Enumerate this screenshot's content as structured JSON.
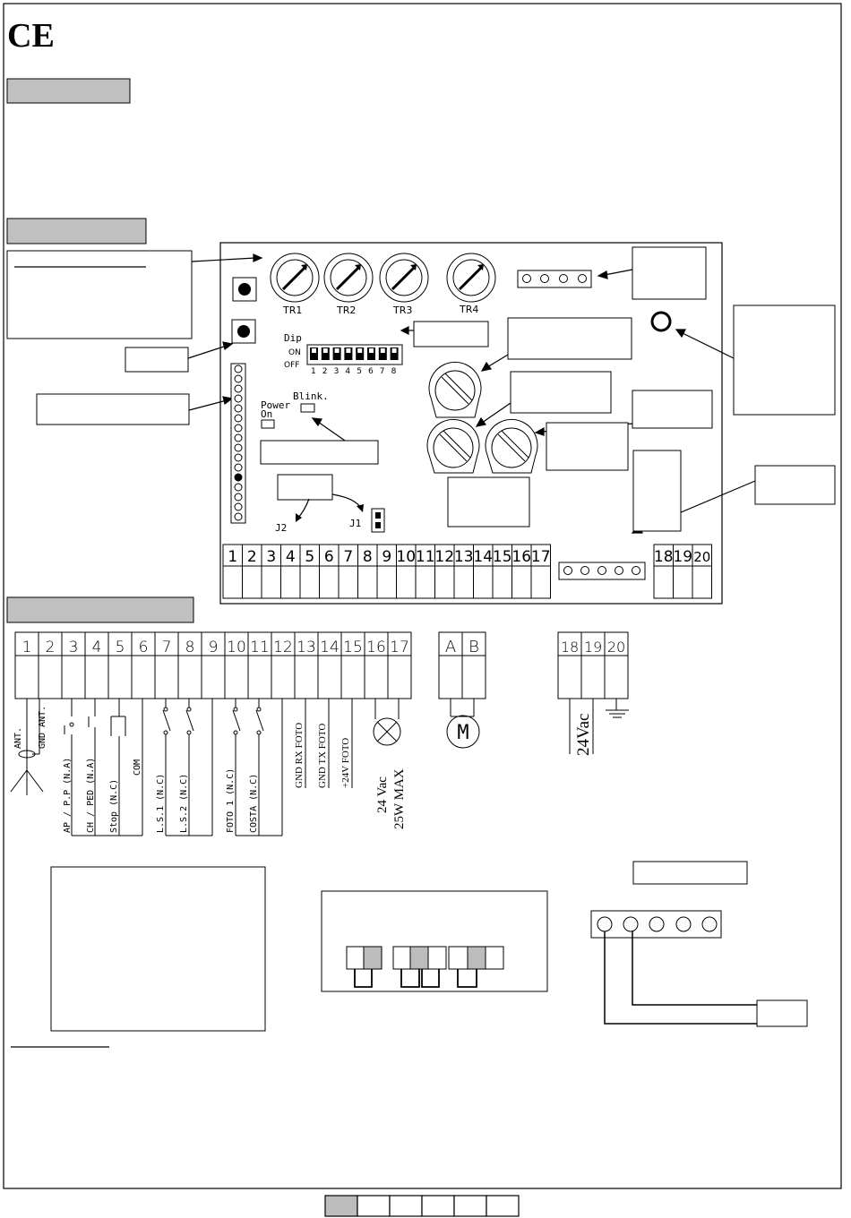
{
  "header": {
    "mark": "CE"
  },
  "board": {
    "trimmers": [
      "TR1",
      "TR2",
      "TR3",
      "TR4"
    ],
    "dip": {
      "title": "Dip",
      "on": "ON",
      "off": "OFF",
      "numbers": [
        "1",
        "2",
        "3",
        "4",
        "5",
        "6",
        "7",
        "8"
      ]
    },
    "power_label": "Power",
    "on_label": "On",
    "blink_label": "Blink.",
    "jumper_j1": "J1",
    "jumper_j2": "J2",
    "terminal_numbers": [
      "1",
      "2",
      "3",
      "4",
      "5",
      "6",
      "7",
      "8",
      "9",
      "10",
      "11",
      "12",
      "13",
      "14",
      "15",
      "16",
      "17"
    ],
    "terminal_numbers_right": [
      "18",
      "19",
      "20"
    ]
  },
  "wiring": {
    "terminals": [
      "1",
      "2",
      "3",
      "4",
      "5",
      "6",
      "7",
      "8",
      "9",
      "10",
      "11",
      "12",
      "13",
      "14",
      "15",
      "16",
      "17"
    ],
    "motor_terminals": [
      "A",
      "B"
    ],
    "motor_symbol": "M",
    "power_terminals": [
      "18",
      "19",
      "20"
    ],
    "labels": {
      "ant": "ANT.",
      "gnd_ant": "GND ANT.",
      "ap_pp": "AP / P.P (N.A)",
      "ch_ped": "CH / PED (N.A)",
      "stop": "Stop (N.C)",
      "com": "COM",
      "ls1": "L.S.1 (N.C)",
      "ls2": "L.S.2 (N.C)",
      "foto1": "FOTO 1 (N.C)",
      "costa": "COSTA (N.C)",
      "gnd_rx": "GND RX FOTO",
      "gnd_tx": "GND TX FOTO",
      "plus24": "+24V FOTO",
      "lamp_v": "24 Vac",
      "lamp_w": "25W MAX",
      "supply": "24Vac"
    }
  },
  "colors": {
    "header_bar": "#c0c0c0",
    "ink": "#000000",
    "shade": "#bdbdbd"
  }
}
